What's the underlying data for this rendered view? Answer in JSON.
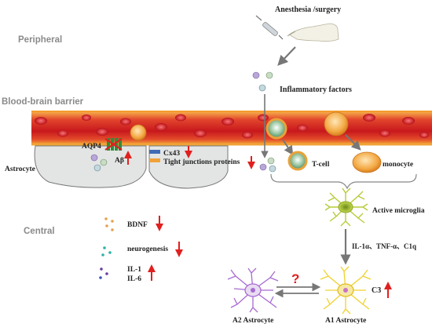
{
  "sections": {
    "peripheral": "Peripheral",
    "bbb": "Blood-brain barrier",
    "central": "Central"
  },
  "top": {
    "anesthesia": "Anesthesia /surgery",
    "inflammatory": "Inflammatory factors"
  },
  "bbb_labels": {
    "astrocyte": "Astrocyte",
    "aqp4": "AQP4",
    "abeta": "Aβ",
    "cx43": "Cx43",
    "tight": "Tight junctions proteins",
    "tcell": "T-cell",
    "monocyte": "monocyte"
  },
  "central": {
    "microglia": "Active microglia",
    "cytokines": "IL-1α、TNF-α、C1q",
    "c3": "C3",
    "question": "?",
    "a2": "A2 Astrocyte",
    "a1": "A1 Astrocyte"
  },
  "legend": {
    "bdnf": "BDNF",
    "neuro": "neurogenesis",
    "il1": "IL-1",
    "il6": "IL-6"
  },
  "icons": [
    "syringe-icon",
    "glove-hand-icon",
    "up-arrow-icon",
    "down-arrow-icon",
    "neuron-icon",
    "microglia-icon"
  ],
  "colors": {
    "vessel_red": "#d7262b",
    "vessel_orange": "#f2a33c",
    "arrow_red": "#e0201f",
    "question_red": "#e0201f",
    "astro_gray": "#e3e5e4",
    "a2_purple": "#a86bd1",
    "a1_yellow": "#efd22e",
    "microglia_green": "#a9c93a"
  }
}
